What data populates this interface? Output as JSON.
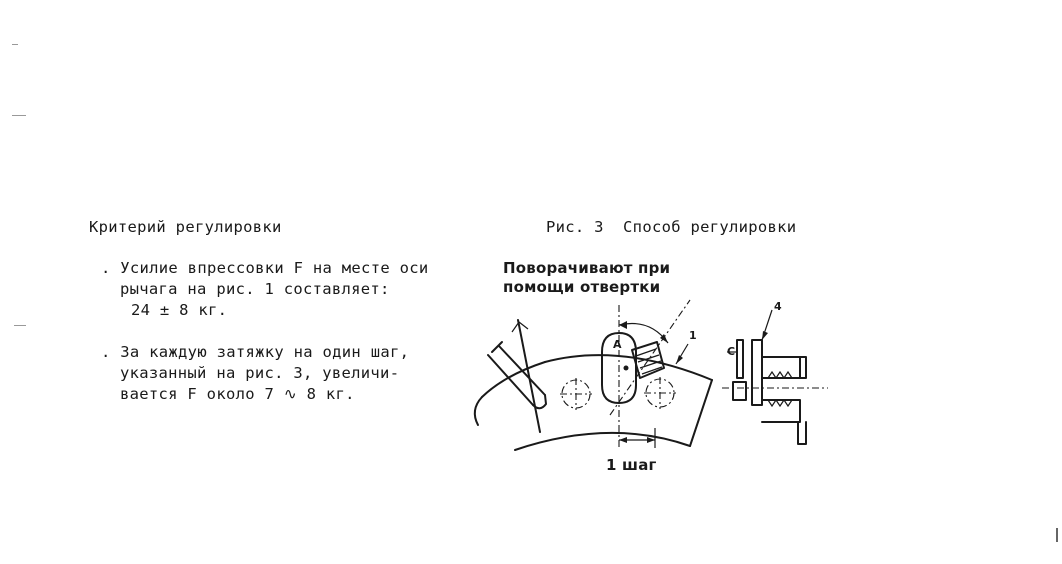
{
  "left": {
    "heading": "Критерий регулировки",
    "bullet1": {
      "line1": ". Усилие впрессовки F на месте оси",
      "line2": "рычага на рис. 1 составляет:",
      "line3": "24 ± 8 кг."
    },
    "bullet2": {
      "line1": ". За каждую затяжку на один шаг,",
      "line2": "указанный на рис. 3, увеличи-",
      "line3": "вается F около 7 ∿ 8 кг."
    }
  },
  "figure": {
    "title": "Рис. 3  Способ регулировки",
    "note_line1": "Поворачивают при",
    "note_line2": "помощи отвертки",
    "label_1": "1",
    "label_A": "A",
    "label_C": "C",
    "label_4": "4",
    "step_label": "1 шаг"
  }
}
